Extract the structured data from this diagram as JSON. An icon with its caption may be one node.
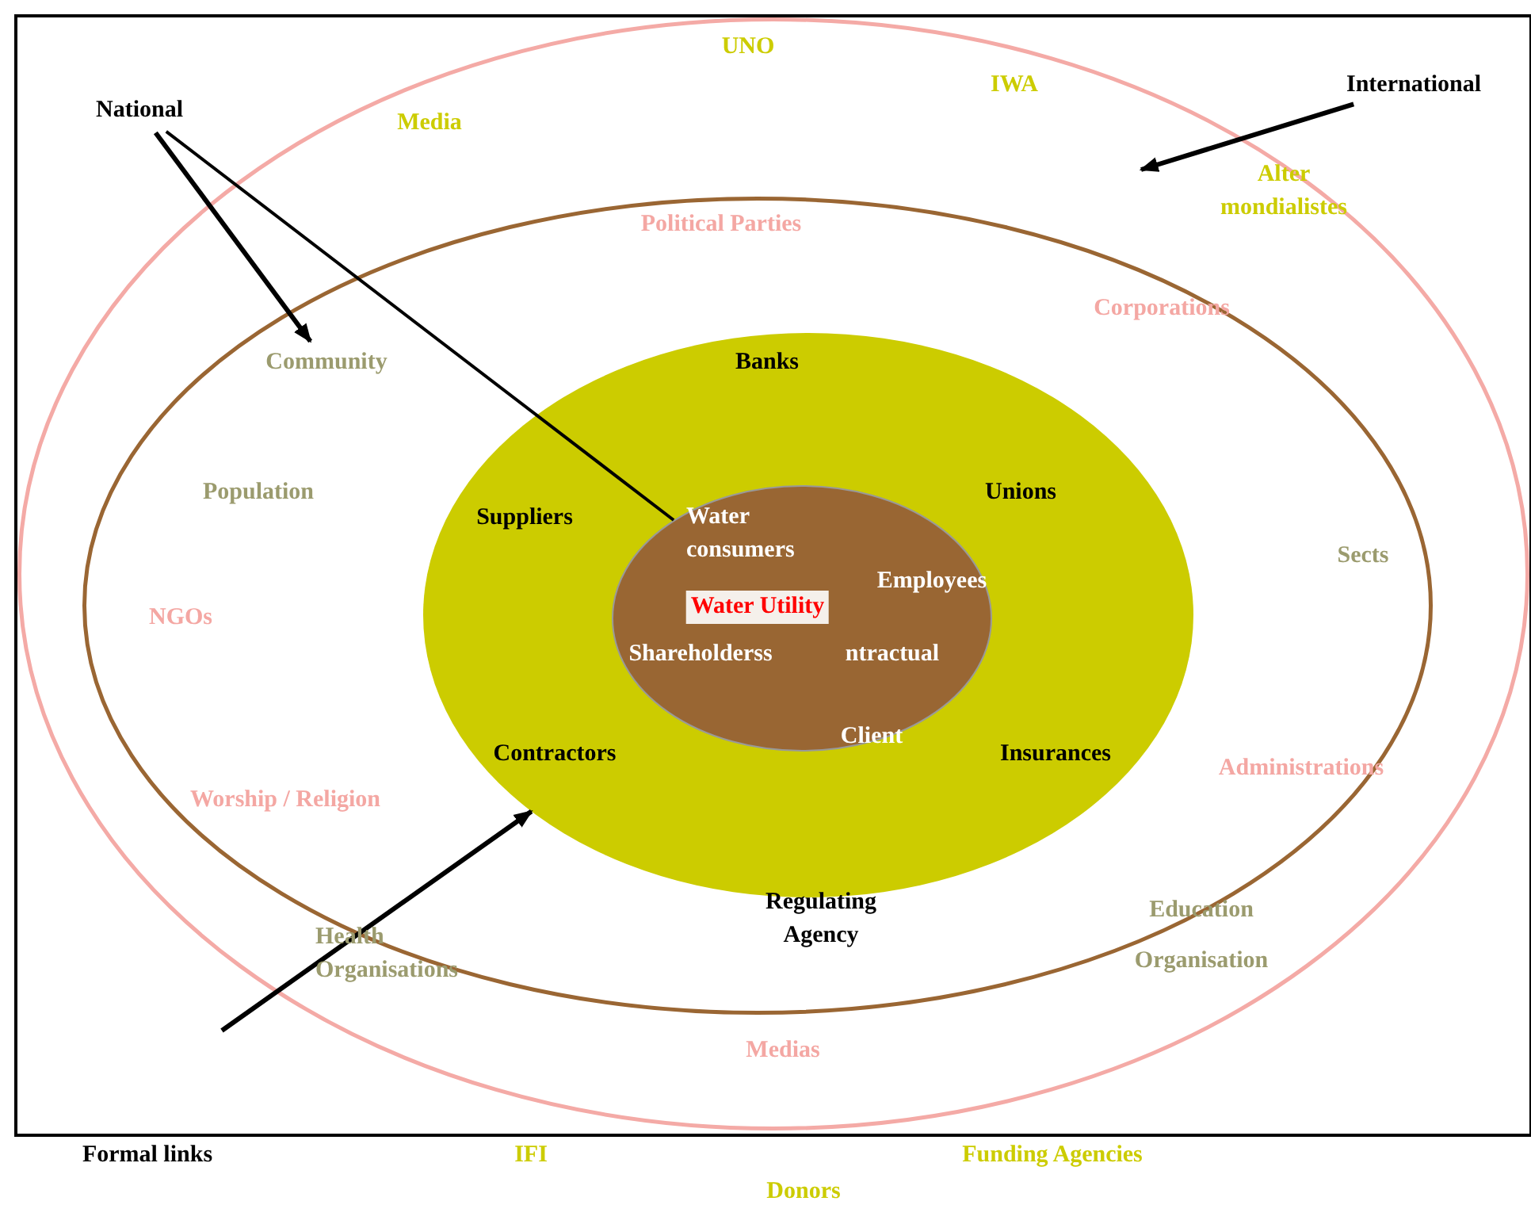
{
  "diagram": {
    "nodes": [
      {
        "text": [
          "National"
        ]
      },
      {
        "text": [
          "International"
        ]
      },
      {
        "text": [
          "UNO",
          "Media",
          "IWA",
          "Alter mondialistes",
          "Medias",
          "Health Organisations",
          "Education Organisation"
        ]
      },
      {
        "text": [
          "Political Parties",
          "Corporations",
          "Population",
          "NGOs",
          "Sects",
          "Worship / Religion",
          "Administrations",
          "Regulating Agency"
        ],
        "in": 2
      },
      {
        "text": [
          "Community"
        ],
        "in": 3
      },
      {
        "text": [
          "Banks",
          "Suppliers",
          "Unions",
          "Contractors",
          "Insurances"
        ],
        "in": 3
      },
      {
        "text": [
          "Water consumers",
          "Water Utility",
          "Employees",
          "Shareholderss",
          "ntractual",
          "Client"
        ],
        "in": 5
      }
    ],
    "edges": [
      {
        "from": 0,
        "to": 4,
        "arrow": "to"
      },
      {
        "from": 0,
        "to": 6,
        "arrow": "none"
      },
      {
        "from": 1,
        "to": null,
        "arrow": "to"
      },
      {
        "from": null,
        "to": 5,
        "arrow": "to"
      }
    ],
    "labels": [
      "Formal links",
      "IFI",
      "Funding Agencies",
      "Donors"
    ]
  }
}
